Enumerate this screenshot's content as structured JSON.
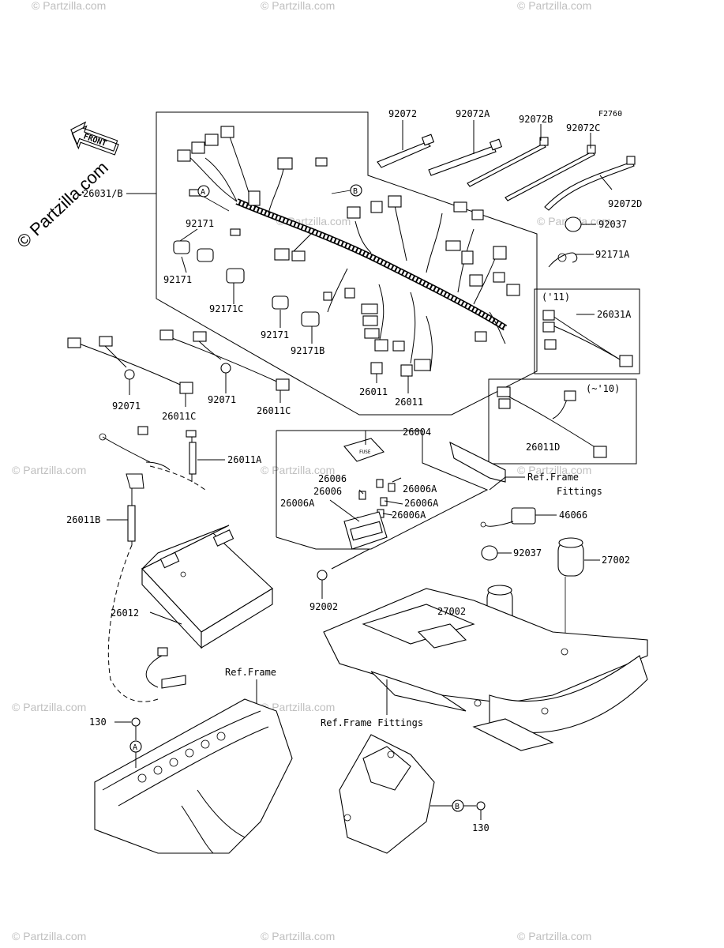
{
  "figure_code": "F2760",
  "front_label": "FRONT",
  "watermark": "© Partzilla.com",
  "markers": {
    "a": "A",
    "b": "B"
  },
  "variants": {
    "y11": "('11)",
    "to10": "(~'10)"
  },
  "refs": {
    "frame": "Ref.Frame",
    "frame_fittings_bottom": "Ref.Frame Fittings",
    "frame_fittings_right_1": "Ref.Frame",
    "frame_fittings_right_2": "Fittings"
  },
  "parts": {
    "p92072": "92072",
    "p92072A": "92072A",
    "p92072B": "92072B",
    "p92072C": "92072C",
    "p92072D": "92072D",
    "p92037_top": "92037",
    "p92171A": "92171A",
    "p26031A": "26031A",
    "p26031B": "26031/B",
    "p92171_a": "92171",
    "p92171_b": "92171",
    "p92171C": "92171C",
    "p92171_c": "92171",
    "p92171B": "92171B",
    "p26011_a": "26011",
    "p26011_b": "26011",
    "p92071_a": "92071",
    "p26011C_a": "26011C",
    "p92071_b": "92071",
    "p26011C_b": "26011C",
    "p26011D": "26011D",
    "p26004": "26004",
    "p26006_a": "26006",
    "p26006A_a": "26006A",
    "p26006_b": "26006",
    "p26006A_b": "26006A",
    "p26006A_c": "26006A",
    "p26006A_d": "26006A",
    "p26011A": "26011A",
    "p26011B": "26011B",
    "p26012": "26012",
    "p92002": "92002",
    "p46066": "46066",
    "p92037_b": "92037",
    "p27002_a": "27002",
    "p27002_b": "27002",
    "p130_a": "130",
    "p130_b": "130"
  }
}
